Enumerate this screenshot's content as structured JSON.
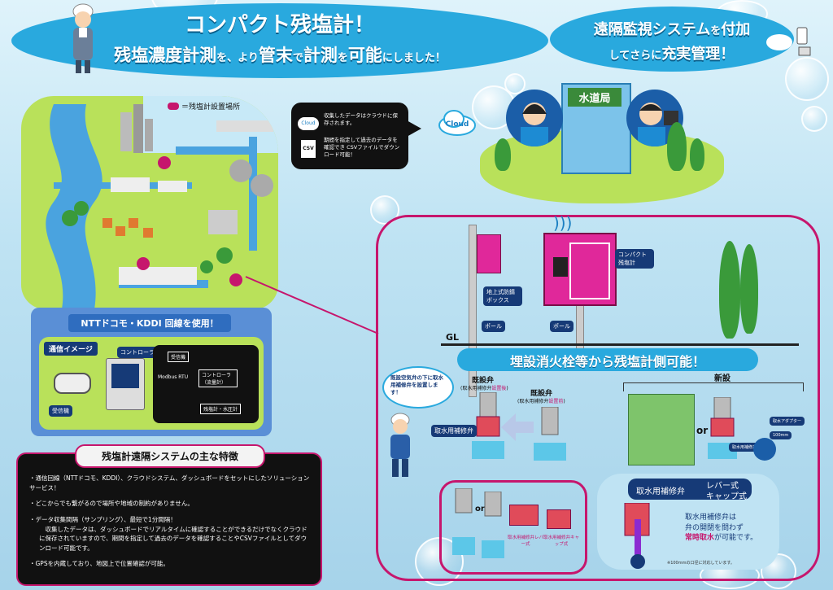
{
  "header": {
    "title_line1": "コンパクト残塩計！",
    "title_line2_a": "残塩濃度計測",
    "title_line2_b": "を、より",
    "title_line2_c": "管末",
    "title_line2_d": "で",
    "title_line2_e": "計測",
    "title_line2_f": "を",
    "title_line2_g": "可能",
    "title_line2_h": "にしました！",
    "right_line1_a": "遠隔監視システム",
    "right_line1_b": "を",
    "right_line1_c": "付加",
    "right_line2_a": "してさらに",
    "right_line2_b": "充実管理！"
  },
  "map": {
    "legend_label": "＝残塩計設置場所",
    "network_banner": "NTTドコモ・KDDI 回線を使用！",
    "comm_title": "通信イメージ",
    "controller_label": "コントローラ",
    "receiver_label": "受信機",
    "diagram_receiver": "受信機",
    "diagram_controller": "コントローラ（流量計）",
    "diagram_modbus": "Modbus RTU",
    "diagram_sensor": "残塩計・水圧計"
  },
  "cloud_box": {
    "item1": "収集したデータはクラウドに保存されます。",
    "item2": "期間を指定して過去のデータを確認でき CSVファイルでダウンロード可能！",
    "csv_icon_label": "CSV",
    "cloud_icon_label": "Cloud",
    "cloud_label": "Cloud"
  },
  "water_bureau": {
    "sign": "水道局"
  },
  "install": {
    "gl_label": "GL",
    "box_label_compact": "コンパクト残塩計",
    "box_label_ground": "地上式防錆ボックス",
    "pole1": "ポール",
    "pole2": "ポール",
    "banner": "埋設消火栓等から残塩計側可能！",
    "worker_bubble": "既設空気弁の下に取水用補修弁を設置します！",
    "existing1": "既設弁",
    "existing1_sub_a": "(取水用補修弁",
    "existing1_sub_b": "設置後",
    "existing1_sub_c": ")",
    "existing2": "既設弁",
    "existing2_sub_a": "(取水用補修弁",
    "existing2_sub_b": "設置前",
    "existing2_sub_c": ")",
    "intake_label": "取水用補修弁",
    "new_label": "新設",
    "or1": "or",
    "or2": "or",
    "small_label1": "取水用補修弁レバー式",
    "small_label2": "取水用補修弁キャップ式",
    "small_label3": "取水アダプター",
    "small_label4": "取水用補修弁",
    "small_label5": "100mm",
    "valve_type_title": "取水用補修弁",
    "valve_type_lever": "レバー式",
    "valve_type_cap": "キャップ式",
    "valve_note_a": "取水用補修弁は",
    "valve_note_b": "弁の開閉を問わず",
    "valve_note_c": "常時取水",
    "valve_note_d": "が可能です。",
    "valve_small_note": "※100mmの口径に対応しています。"
  },
  "features": {
    "title": "残塩計遠隔システムの主な特徴",
    "items": [
      "・通信回線（NTTドコモ、KDDI）、クラウドシステム、ダッシュボードをセットにしたソリューションサービス！",
      "・どこからでも繋がるので場所や地域の制約がありません。",
      "・データ収集間隔（サンプリング）、最短で1分間隔！",
      "　収集したデータは、ダッシュボードでリアルタイムに確認することができるだけでなくクラウドに保存されていますので、期間を指定して過去のデータを確認することやCSVファイルとしてダウンロード可能です。",
      "・GPSを内蔵しており、地図上で位置確認が可能。"
    ]
  },
  "colors": {
    "accent_blue": "#29a9de",
    "frame_pink": "#c6166d",
    "highlight_yellow": "#ffe600",
    "grass": "#b9e15a"
  }
}
